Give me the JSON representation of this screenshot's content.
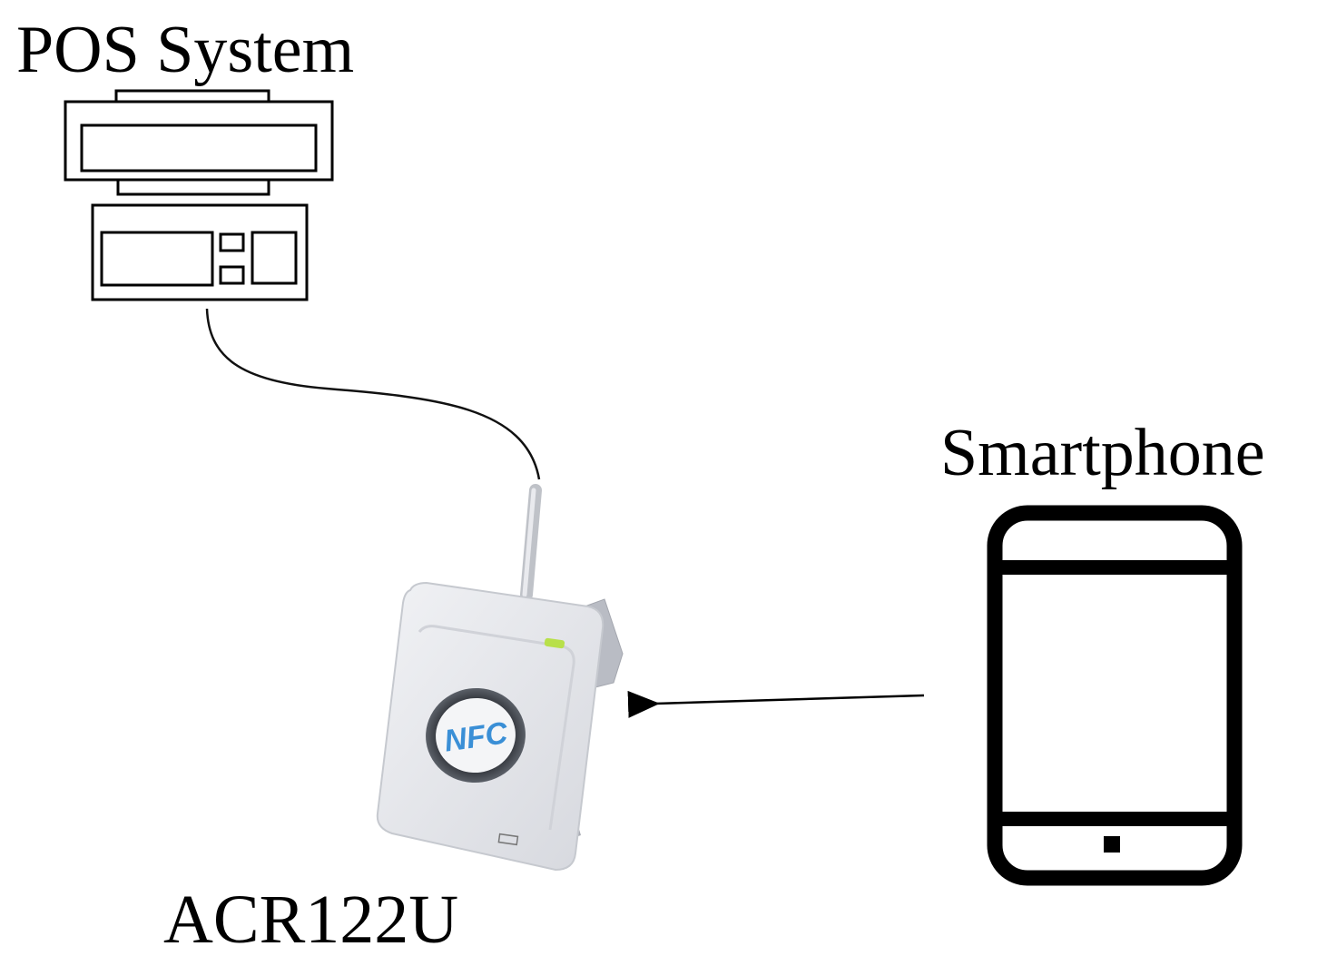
{
  "diagram": {
    "nodes": {
      "pos": {
        "label": "POS System"
      },
      "smartphone": {
        "label": "Smartphone"
      },
      "reader": {
        "label": "ACR122U",
        "logo_text": "NFC"
      }
    },
    "edges": [
      {
        "from": "pos",
        "to": "reader",
        "style": "cable"
      },
      {
        "from": "smartphone",
        "to": "reader",
        "style": "arrow"
      }
    ]
  },
  "colors": {
    "line": "#000000",
    "reader_body": "#e4e5ea",
    "nfc_blue": "#3a8fd6",
    "led_green": "#b8e04a"
  },
  "icons": {
    "pos": "pos-terminal-icon",
    "smartphone": "smartphone-icon",
    "reader": "nfc-reader-icon"
  }
}
